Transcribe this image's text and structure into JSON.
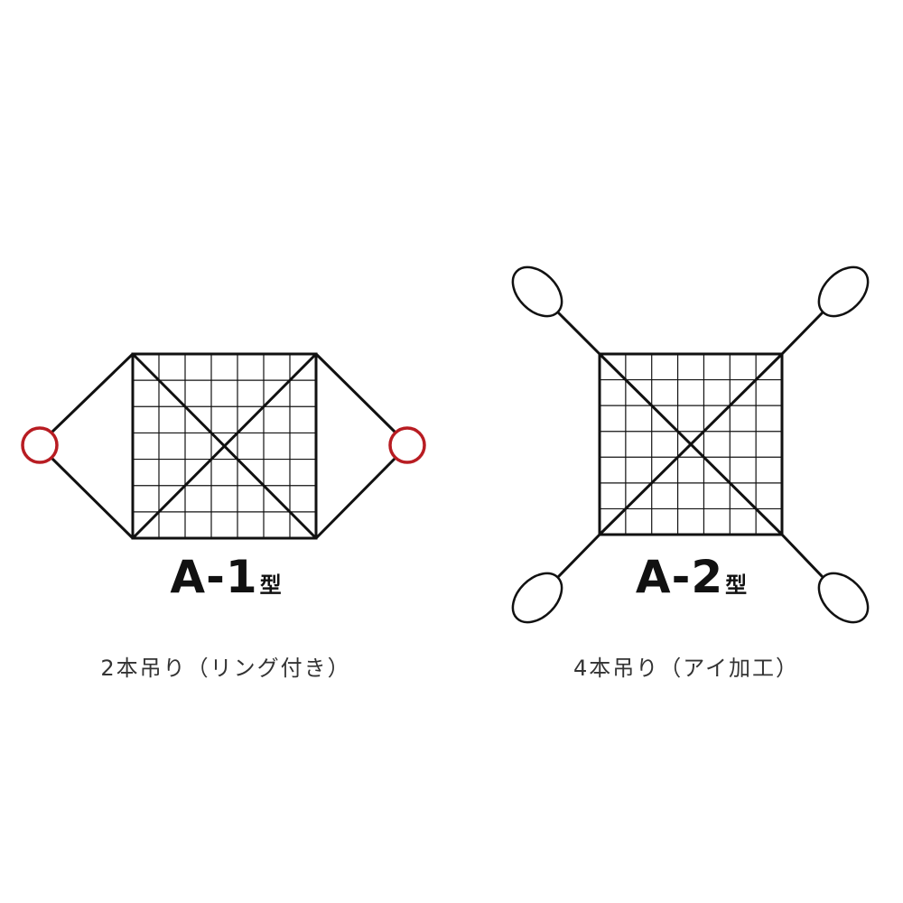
{
  "colors": {
    "line": "#111111",
    "ring": "#b81c22",
    "background": "#ffffff"
  },
  "diagrams": [
    {
      "model": "A-1",
      "suffix": "型",
      "caption": "2本吊り（リング付き）",
      "attachment": "ring-icon"
    },
    {
      "model": "A-2",
      "suffix": "型",
      "caption": "4本吊り（アイ加工）",
      "attachment": "eye-loop-icon"
    }
  ]
}
